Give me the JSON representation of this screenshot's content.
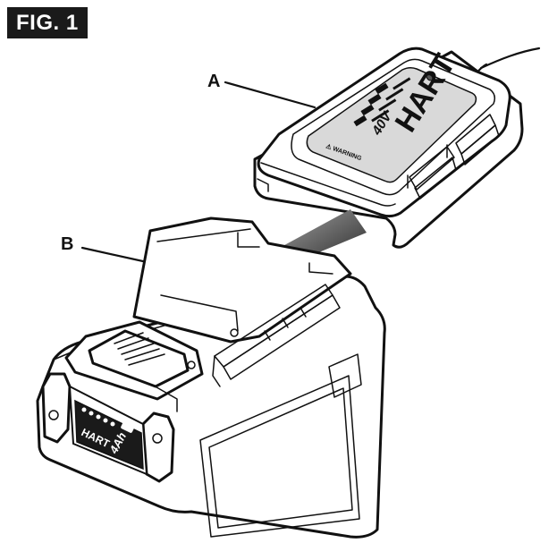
{
  "figure": {
    "label": "FIG. 1"
  },
  "callouts": {
    "a": "A",
    "b": "B"
  },
  "charger": {
    "logo_text": "HART",
    "voltage_text": "40V",
    "warning_text": "⚠ WARNING"
  },
  "battery": {
    "logo_text": "HART",
    "capacity_text": "4Ah"
  },
  "colors": {
    "ink": "#111111",
    "paper": "#ffffff",
    "label_panel": "#d9d9d9",
    "arrow_gray": "#555555"
  }
}
